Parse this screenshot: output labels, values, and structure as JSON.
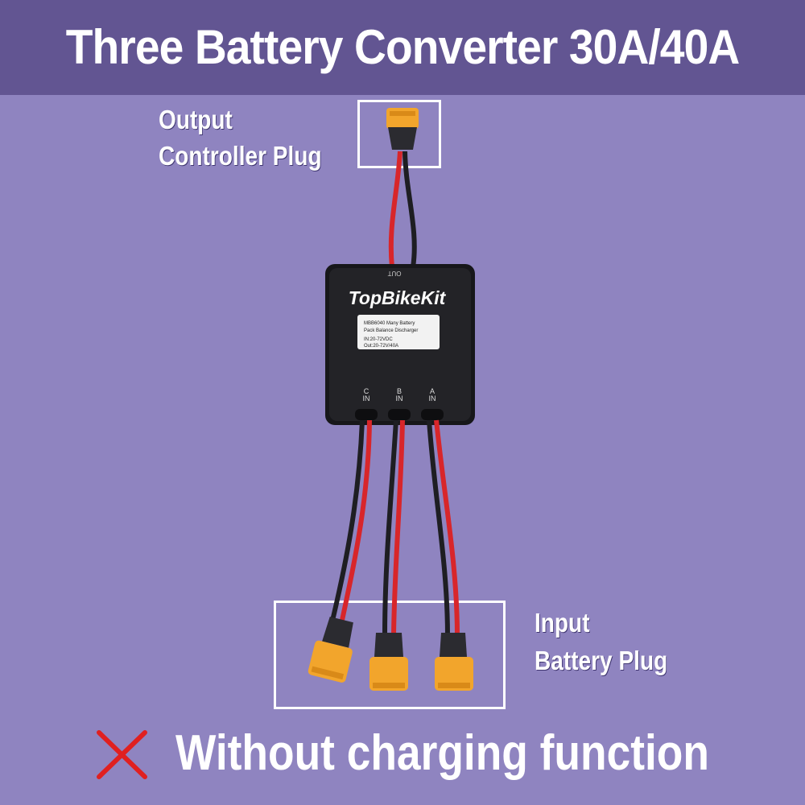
{
  "header": {
    "title": "Three Battery Converter 30A/40A"
  },
  "output_label": {
    "line1": "Output",
    "line2": "Controller Plug"
  },
  "input_label": {
    "line1": "Input",
    "line2": "Battery Plug"
  },
  "device": {
    "brand": "TopBikeKit",
    "out_port_label": "OUT",
    "sticker": {
      "line1": "MBB6040 Many Battery",
      "line2": "Pack Balance Discharger",
      "line3": "IN:20-72VDC",
      "line4": "Out:20-72V/40A"
    },
    "ports": [
      {
        "letter": "C",
        "sub": "IN"
      },
      {
        "letter": "B",
        "sub": "IN"
      },
      {
        "letter": "A",
        "sub": "IN"
      }
    ]
  },
  "footer": {
    "text": "Without charging function",
    "icon": "red-x-icon"
  },
  "colors": {
    "banner": "#625592",
    "background": "#8f84c0",
    "connector": "#f2a52c",
    "wire_red": "#d8262a",
    "x_mark": "#e02020"
  }
}
